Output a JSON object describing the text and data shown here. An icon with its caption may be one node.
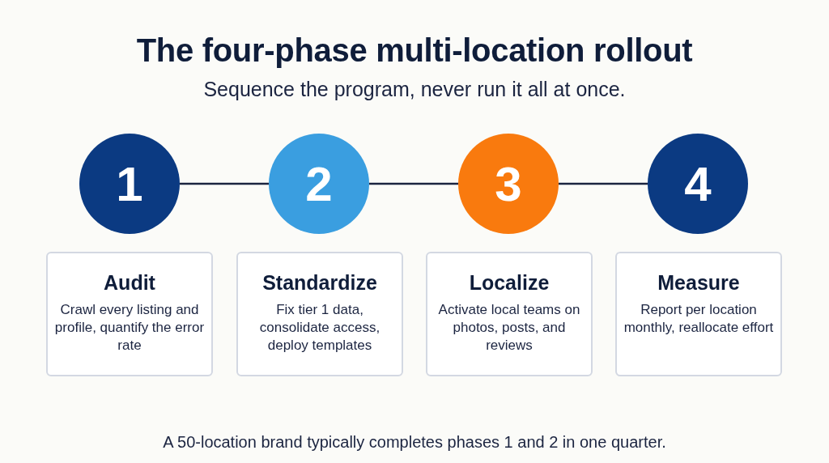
{
  "diagram": {
    "title": "The four-phase multi-location rollout",
    "nodes": [
      {
        "text": [
          "1"
        ]
      },
      {
        "text": [
          "2"
        ]
      },
      {
        "text": [
          "3"
        ]
      },
      {
        "text": [
          "4"
        ]
      },
      {
        "text": [
          "Audit",
          "Crawl every listing and profile, quantify the error rate"
        ]
      },
      {
        "text": [
          "Standardize",
          "Fix tier 1 data, consolidate access, deploy templates"
        ]
      },
      {
        "text": [
          "Localize",
          "Activate local teams on photos, posts, and reviews"
        ]
      },
      {
        "text": [
          "Measure",
          "Report per location monthly, reallocate effort"
        ]
      }
    ],
    "edges": [
      {
        "from": 0,
        "to": 1,
        "arrow": "none"
      },
      {
        "from": 1,
        "to": 2,
        "arrow": "none"
      },
      {
        "from": 2,
        "to": 3,
        "arrow": "none"
      }
    ],
    "labels": [
      "Sequence the program, never run it all at once."
    ],
    "caption": "A 50-location brand typically completes phases 1 and 2 in one quarter."
  }
}
